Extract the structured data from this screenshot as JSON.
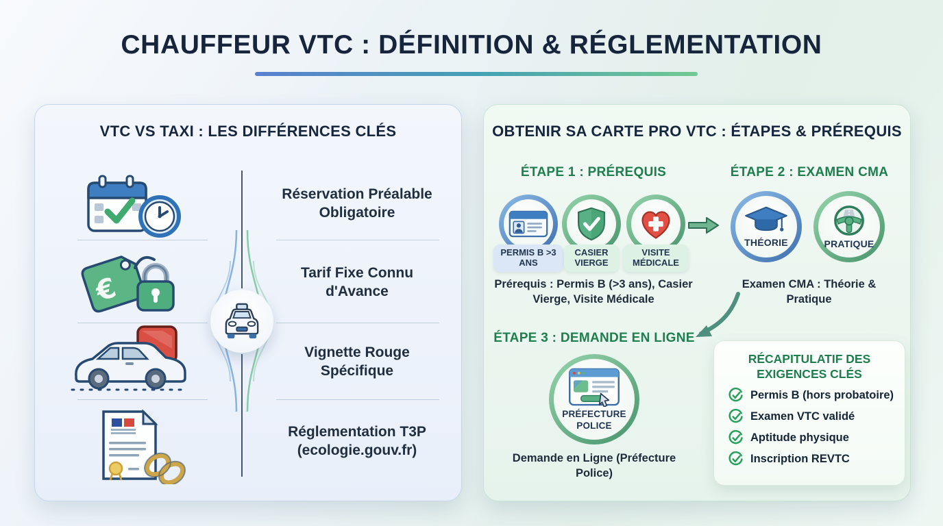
{
  "title": "CHAUFFEUR VTC : DÉFINITION & RÉGLEMENTATION",
  "colors": {
    "accent_blue": "#5b80d0",
    "accent_green": "#72c993",
    "navy": "#16243c",
    "step_green": "#1e7e4e",
    "heart_red": "#e25045",
    "check_green": "#27a05c"
  },
  "left_panel": {
    "title": "VTC VS TAXI : LES DIFFÉRENCES CLÉS",
    "items": [
      {
        "icon": "calendar-clock-icon",
        "text": "Réservation Préalable Obligatoire"
      },
      {
        "icon": "price-tag-lock-icon",
        "text": "Tarif Fixe Connu d'Avance"
      },
      {
        "icon": "car-red-vignette-icon",
        "text": "Vignette Rouge Spécifique"
      },
      {
        "icon": "document-chain-icon",
        "text": "Réglementation T3P (ecologie.gouv.fr)"
      }
    ],
    "divider_icon": "taxi-front-icon"
  },
  "right_panel": {
    "title": "OBTENIR SA CARTE PRO VTC : ÉTAPES & PRÉREQUIS",
    "step1": {
      "title": "ÉTAPE 1 : PRÉREQUIS",
      "badges": [
        "PERMIS B >3 ANS",
        "CASIER VIERGE",
        "VISITE MÉDICALE"
      ],
      "caption": "Prérequis : Permis B (>3 ans), Casier Vierge, Visite Médicale"
    },
    "step2": {
      "title": "ÉTAPE 2 : EXAMEN CMA",
      "labels": [
        "THÉORIE",
        "PRATIQUE"
      ],
      "caption": "Examen CMA : Théorie & Pratique"
    },
    "step3": {
      "title": "ÉTAPE 3 : DEMANDE EN LIGNE",
      "circle_label": "PRÉFECTURE POLICE",
      "caption": "Demande en Ligne (Préfecture Police)"
    },
    "recap": {
      "title": "RÉCAPITULATIF DES EXIGENCES CLÉS",
      "items": [
        "Permis B (hors probatoire)",
        "Examen VTC validé",
        "Aptitude physique",
        "Inscription REVTC"
      ]
    }
  }
}
